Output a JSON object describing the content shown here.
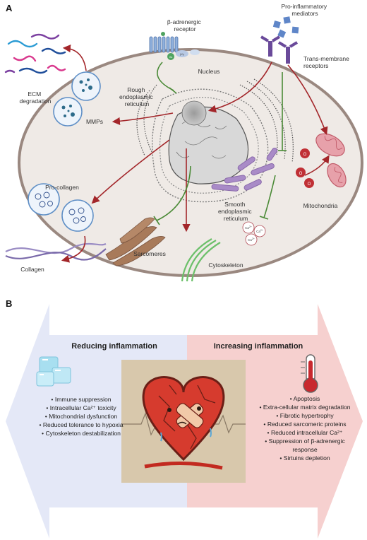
{
  "panel_a": {
    "letter": "A",
    "labels": {
      "ecm_degradation": [
        "ECM",
        "degradation"
      ],
      "beta_receptor": [
        "β-adrenergic",
        "receptor"
      ],
      "pro_inflammatory": [
        "Pro-inflammatory",
        "mediators"
      ],
      "trans_membrane": [
        "Trans-membrane",
        "receptors"
      ],
      "nucleus": "Nucleus",
      "rough_er": [
        "Rough",
        "endoplasmic",
        "reticulum"
      ],
      "mmps": "MMPs",
      "pro_collagen": "Pro-collagen",
      "smooth_er": [
        "Smooth",
        "endoplasmic",
        "reticulum"
      ],
      "mitochondria": "Mitochondria",
      "collagen": "Collagen",
      "sarcomeres": "Sarcomeres",
      "cytoskeleton": "Cytoskeleton",
      "ca": "Ca",
      "ca_charge": "2+",
      "o2": "O",
      "g_alpha": "Gs",
      "g_betagamma": "β/γ"
    }
  },
  "panel_b": {
    "letter": "B",
    "left": {
      "title": "Reducing inflammation",
      "items": [
        "Immune suppression",
        "Intracellular Ca²⁺ toxicity",
        "Mitochondrial dysfunction",
        "Reduced tolerance to hypoxia",
        "Cytoskeleton destabilization"
      ]
    },
    "right": {
      "title": "Increasing inflammation",
      "items": [
        "Apoptosis",
        "Extra-cellular matrix degradation",
        "Fibrotic hypertrophy",
        "Reduced sarcomeric proteins",
        "Reduced intracellular Ca²⁺",
        "Suppression of β-adrenergic",
        "response",
        "Sirtuins depletion"
      ]
    }
  },
  "colors": {
    "membrane": "#9a8880",
    "cytoplasm": "#efeae6",
    "inhibit_arrow": "#4a8a36",
    "activate_arrow": "#a3262a",
    "left_panel": "#e4e8f7",
    "right_panel": "#f6d0cf"
  }
}
